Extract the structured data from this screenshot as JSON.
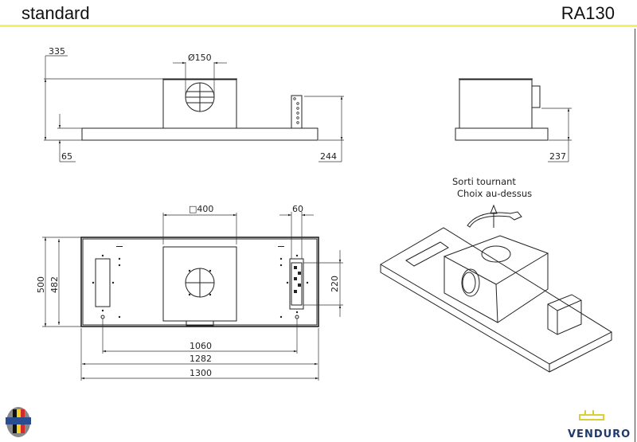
{
  "header": {
    "left_title": "standard",
    "right_title": "RA130",
    "rule_color": "#f5f060"
  },
  "front_view": {
    "dims": {
      "overall_height": "335",
      "plate_height": "65",
      "panel_height": "244",
      "duct_diameter": "Ø150"
    }
  },
  "side_view": {
    "dims": {
      "height": "237"
    }
  },
  "plan_view": {
    "dims": {
      "box_square": "□400",
      "panel_width": "60",
      "panel_length": "220",
      "depth_outer": "500",
      "depth_inner": "482",
      "hole_spacing": "1060",
      "width_inner": "1282",
      "width_outer": "1300"
    }
  },
  "iso_view": {
    "note_line1": "Sorti tournant",
    "note_line2": "Choix au-dessus"
  },
  "logos": {
    "quality_badge": "BELGIAN QUALITY",
    "brand": "VENDURO",
    "brand_color": "#1f3a6e",
    "brand_accent": "#d8cf3a"
  }
}
